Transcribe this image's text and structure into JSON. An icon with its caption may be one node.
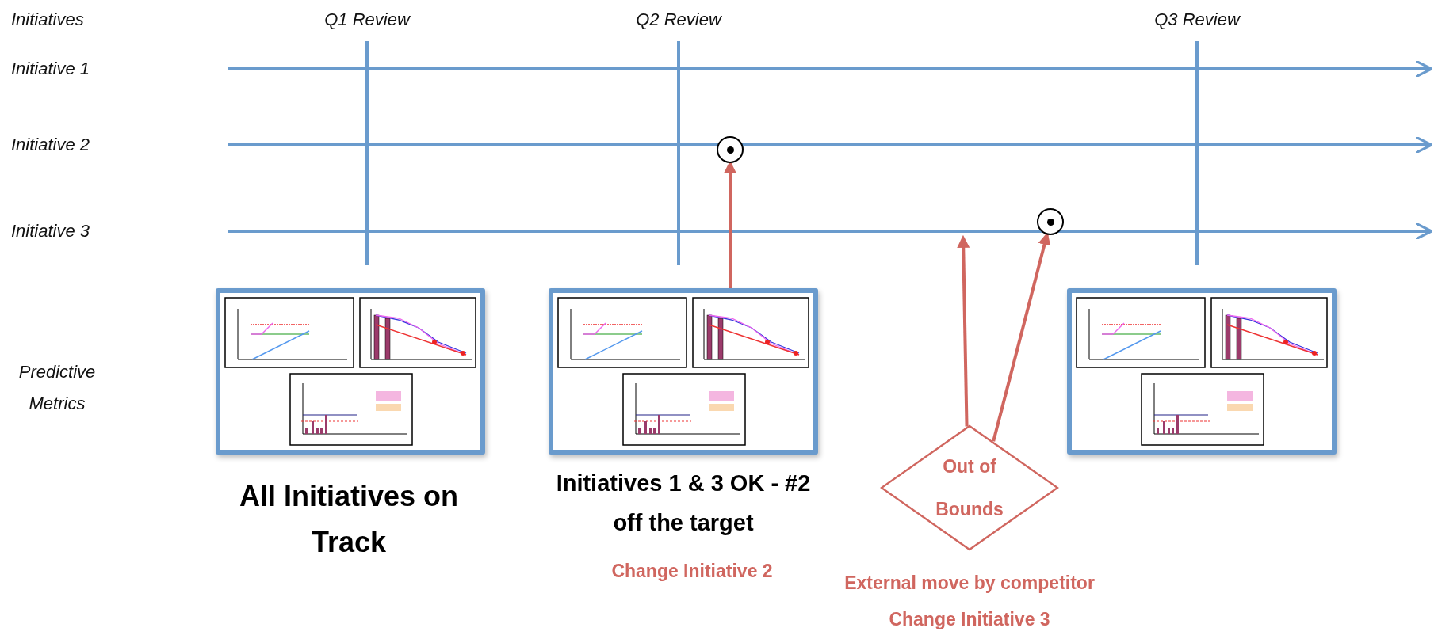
{
  "diagram": {
    "nodes": [
      {
        "text": [],
        "shape": "circle"
      },
      {
        "text": [],
        "shape": "circle"
      },
      {
        "text": [],
        "shape": "picture",
        "beside": [
          "All Initiatives on Track"
        ]
      },
      {
        "text": [],
        "shape": "picture",
        "beside": [
          "Initiatives 1 & 3 OK - #2 off the target",
          "Change Initiative 2"
        ]
      },
      {
        "text": [],
        "shape": "picture"
      },
      {
        "text": [
          "Out of Bounds"
        ],
        "beside": [
          "External move by competitor",
          "Change Initiative 3"
        ]
      }
    ],
    "edges": [
      {
        "from": 3,
        "to": 0,
        "arrow": "to"
      },
      {
        "from": 5,
        "to": null,
        "arrow": "to"
      },
      {
        "from": 5,
        "to": 1,
        "arrow": "to"
      }
    ],
    "labels": [
      "Initiatives",
      "Q1 Review",
      "Q2 Review",
      "Q3 Review",
      "Initiative 1",
      "Initiative 2",
      "Initiative 3",
      "Predictive Metrics"
    ]
  }
}
